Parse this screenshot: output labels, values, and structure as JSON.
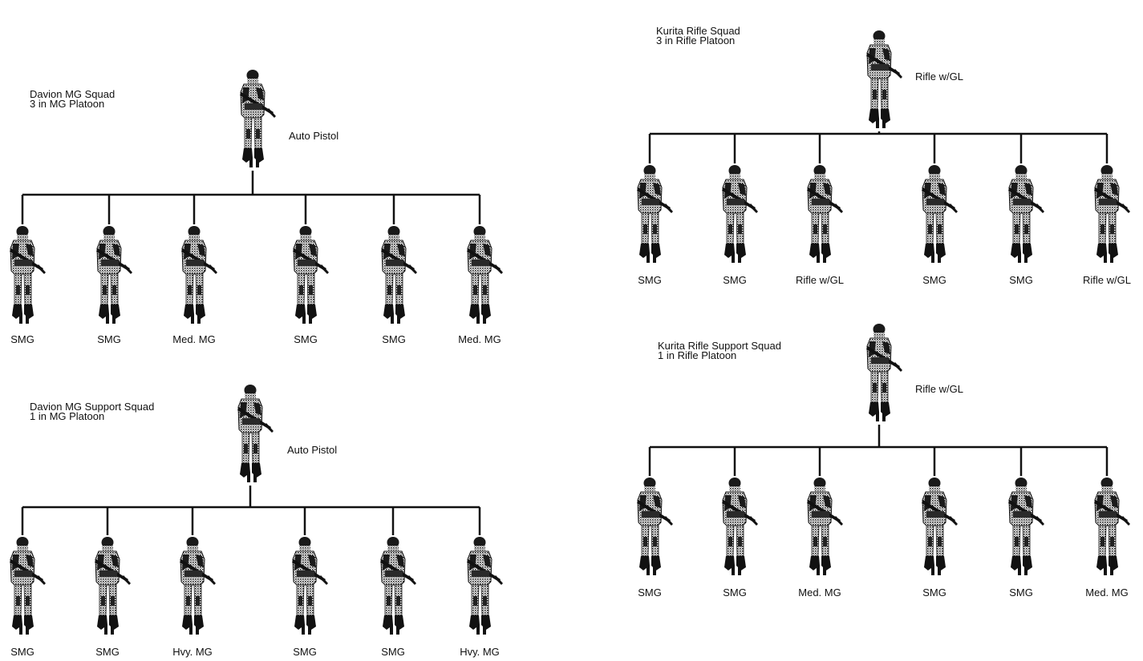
{
  "squads": [
    {
      "title_line1": "Davion MG Squad",
      "title_line2": "3 in MG Platoon",
      "leader_weapon": "Auto Pistol",
      "members": [
        "SMG",
        "SMG",
        "Med. MG",
        "SMG",
        "SMG",
        "Med. MG"
      ]
    },
    {
      "title_line1": "Davion MG Support Squad",
      "title_line2": "1 in MG Platoon",
      "leader_weapon": "Auto Pistol",
      "members": [
        "SMG",
        "SMG",
        "Hvy. MG",
        "SMG",
        "SMG",
        "Hvy. MG"
      ]
    },
    {
      "title_line1": "Kurita Rifle Squad",
      "title_line2": "3 in Rifle Platoon",
      "leader_weapon": "Rifle w/GL",
      "members": [
        "SMG",
        "SMG",
        "Rifle w/GL",
        "SMG",
        "SMG",
        "Rifle w/GL"
      ]
    },
    {
      "title_line1": "Kurita Rifle Support Squad",
      "title_line2": "1 in Rifle Platoon",
      "leader_weapon": "Rifle w/GL",
      "members": [
        "SMG",
        "SMG",
        "Med. MG",
        "SMG",
        "SMG",
        "Med. MG"
      ]
    }
  ]
}
